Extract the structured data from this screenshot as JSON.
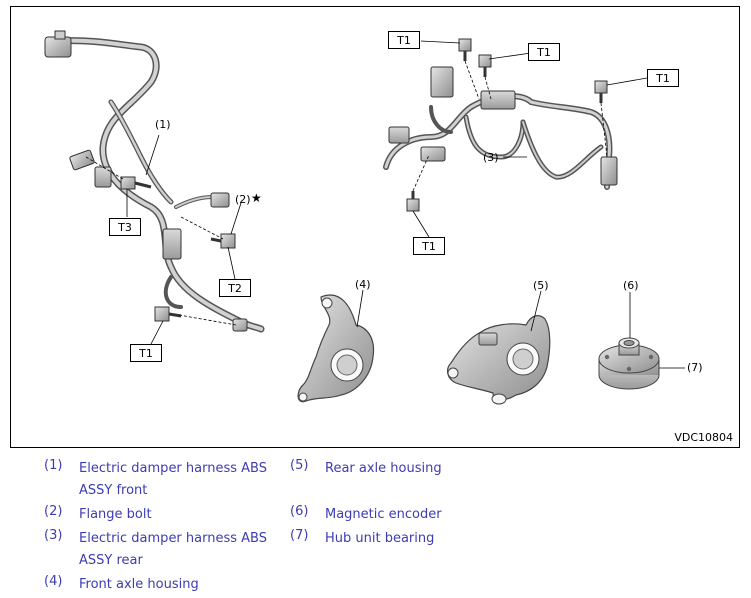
{
  "figure_id": "VDC10804",
  "callouts": {
    "c1": "(1)",
    "c2": "(2)",
    "c2_star": "★",
    "c3": "(3)",
    "c4": "(4)",
    "c5": "(5)",
    "c6": "(6)",
    "c7": "(7)"
  },
  "torque_labels": {
    "t1_a": "T1",
    "t1_b": "T1",
    "t1_c": "T1",
    "t1_d": "T1",
    "t1_e": "T1",
    "t2": "T2",
    "t3": "T3"
  },
  "legend": [
    {
      "num": "(1)",
      "text": "Electric damper harness ABS ASSY front"
    },
    {
      "num": "(2)",
      "text": "Flange bolt"
    },
    {
      "num": "(3)",
      "text": "Electric damper harness ABS ASSY rear"
    },
    {
      "num": "(4)",
      "text": "Front axle housing"
    },
    {
      "num": "(5)",
      "text": "Rear axle housing"
    },
    {
      "num": "(6)",
      "text": "Magnetic encoder"
    },
    {
      "num": "(7)",
      "text": "Hub unit bearing"
    }
  ]
}
